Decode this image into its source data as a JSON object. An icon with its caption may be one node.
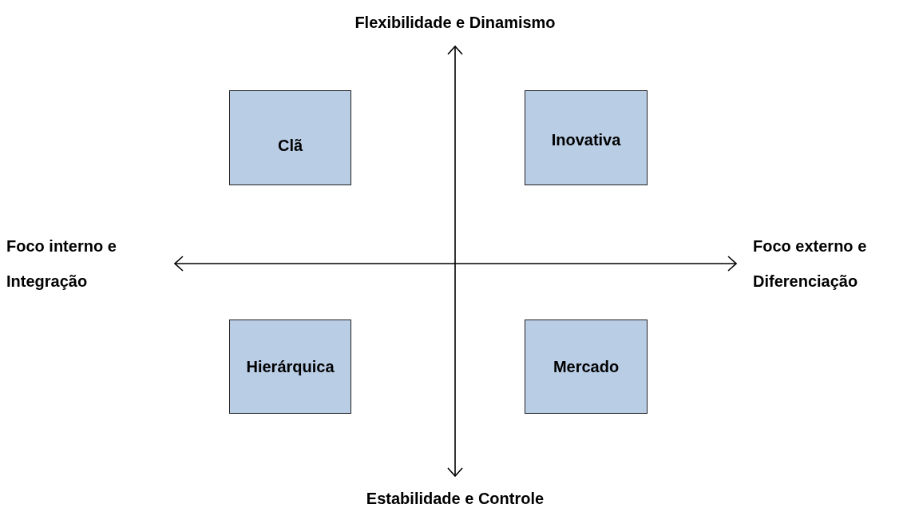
{
  "diagram": {
    "nodes": [
      {
        "text": [
          "Clã"
        ]
      },
      {
        "text": [
          "Inovativa"
        ]
      },
      {
        "text": [
          "Hierárquica"
        ]
      },
      {
        "text": [
          "Mercado"
        ]
      }
    ],
    "labels": [
      "Flexibilidade e Dinamismo",
      "Foco interno e Integração",
      "Foco externo e Diferenciação",
      "Estabilidade e Controle"
    ]
  }
}
